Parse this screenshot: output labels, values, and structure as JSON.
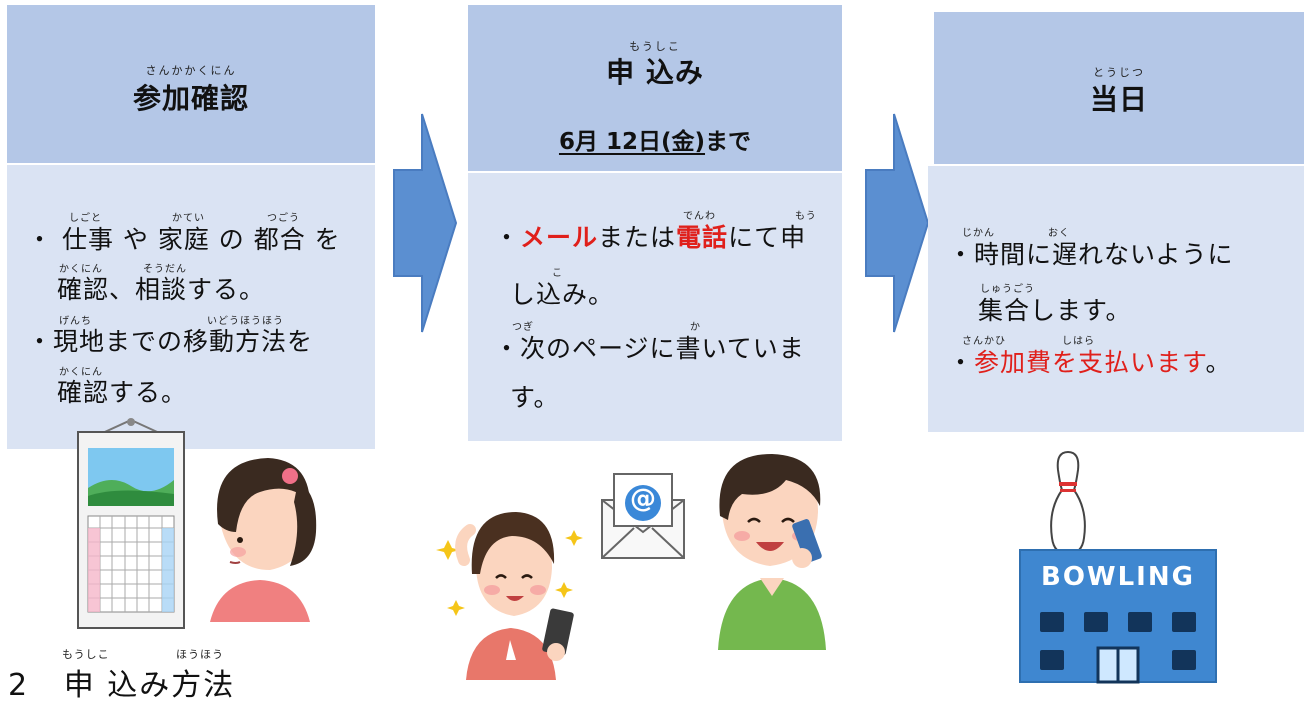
{
  "steps": [
    {
      "title": "参加確認",
      "title_ruby": "さんかかくにん",
      "lines": [
        {
          "text": "・ 仕事 や 家庭 の 都合 を",
          "ruby": [
            {
              "t": "しごと"
            },
            {
              "t": "かてい"
            },
            {
              "t": "つごう"
            }
          ]
        },
        {
          "text": "確認、相談する。",
          "ruby": [
            {
              "t": "かくにん"
            },
            {
              "t": "そうだん"
            }
          ]
        },
        {
          "text": "・現地までの移動方法を",
          "ruby": [
            {
              "t": "げんち"
            },
            {
              "t": "いどうほうほう"
            }
          ]
        },
        {
          "text": "確認する。",
          "ruby": [
            {
              "t": "かくにん"
            }
          ]
        }
      ]
    },
    {
      "title": "申 込み",
      "title_ruby": "もうしこ",
      "deadline_date": "6月 12日(金)",
      "deadline_suffix": "まで",
      "lines": [
        {
          "prefix": "・",
          "red1": "メール",
          "mid": "または",
          "red2": "電話",
          "suffix": "にて申",
          "ruby": [
            {
              "t": "でんわ"
            },
            {
              "t": "もう"
            }
          ]
        },
        {
          "text": "し込み。",
          "ruby": [
            {
              "t": "こ"
            }
          ]
        },
        {
          "text": "・次のページに書いていま",
          "ruby": [
            {
              "t": "つぎ"
            },
            {
              "t": "か"
            }
          ]
        },
        {
          "text": "す。"
        }
      ]
    },
    {
      "title": "当日",
      "title_ruby": "とうじつ",
      "lines": [
        {
          "text": "・時間に遅れないように",
          "ruby": [
            {
              "t": "じかん"
            },
            {
              "t": "おく"
            }
          ]
        },
        {
          "text": "集合します。",
          "ruby": [
            {
              "t": "しゅうごう"
            }
          ]
        },
        {
          "prefix": "・",
          "red": "参加費を支払います",
          "suffix": "。",
          "ruby": [
            {
              "t": "さんかひ"
            },
            {
              "t": "しはら"
            }
          ]
        }
      ]
    }
  ],
  "illustrations": {
    "bowling_sign": "BOWLING",
    "email_symbol": "@"
  },
  "footer": {
    "number": "2",
    "text": "申 込み方法",
    "ruby1": "もうしこ",
    "ruby2": "ほうほう"
  },
  "colors": {
    "header_bg": "#b4c7e7",
    "body_bg": "#dae3f3",
    "arrow": "#5b8fd1",
    "highlight": "#e0201b"
  }
}
